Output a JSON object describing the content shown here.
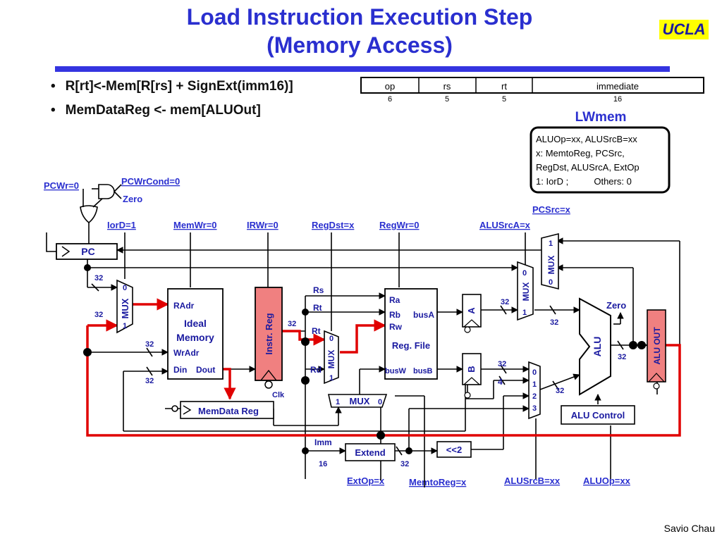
{
  "title": {
    "line1": "Load Instruction Execution Step",
    "line2": "(Memory Access)"
  },
  "logo": "UCLA",
  "bullets": [
    "R[rt]<-Mem[R[rs] + SignExt(imm16)]",
    "MemDataReg <- mem[ALUOut]"
  ],
  "instruction_format": {
    "fields": [
      {
        "name": "op",
        "bits": "6"
      },
      {
        "name": "rs",
        "bits": "5"
      },
      {
        "name": "rt",
        "bits": "5"
      },
      {
        "name": "immediate",
        "bits": "16"
      }
    ]
  },
  "control_box": {
    "title": "LWmem",
    "lines": [
      "ALUOp=xx, ALUSrcB=xx",
      "x: MemtoReg, PCSrc,",
      "RegDst, ALUSrcA, ExtOp",
      "1: IorD ;          Others: 0"
    ]
  },
  "control_signals": {
    "pcwr": "PCWr=0",
    "pcwrcond": "PCWrCond=0",
    "zero_gate": "Zero",
    "iord": "IorD=1",
    "memwr": "MemWr=0",
    "irwr": "IRWr=0",
    "regdst": "RegDst=x",
    "regwr": "RegWr=0",
    "alusrca": "ALUSrcA=x",
    "pcsrc": "PCSrc=x",
    "extop": "ExtOp=x",
    "memtoreg": "MemtoReg=x",
    "alusrcb": "ALUSrcB=xx",
    "aluop": "ALUOp=xx"
  },
  "components": {
    "pc": "PC",
    "mux": "MUX",
    "memory": {
      "title1": "Ideal",
      "title2": "Memory",
      "radr": "RAdr",
      "wradr": "WrAdr",
      "din": "Din",
      "dout": "Dout"
    },
    "instr_reg": "Instr. Reg",
    "memdata_reg": "MemData Reg",
    "reg_file": {
      "ra": "Ra",
      "rb": "Rb",
      "rw": "Rw",
      "title": "Reg. File",
      "busa": "busA",
      "busw": "busW",
      "busb": "busB"
    },
    "reg_a": "A",
    "reg_b": "B",
    "alu": "ALU",
    "alu_zero": "Zero",
    "alu_out": "ALU OUT",
    "alu_control": "ALU Control",
    "extend": "Extend",
    "shift": "<<2",
    "clk": "Clk",
    "rs": "Rs",
    "rt": "Rt",
    "rt2": "Rt",
    "rd": "Rd",
    "imm": "Imm",
    "sel0": "0",
    "sel1": "1",
    "sel2": "2",
    "sel3": "3"
  },
  "bus_widths": {
    "w32": "32",
    "w16": "16",
    "w4": "4"
  },
  "footer": "Savio Chau"
}
